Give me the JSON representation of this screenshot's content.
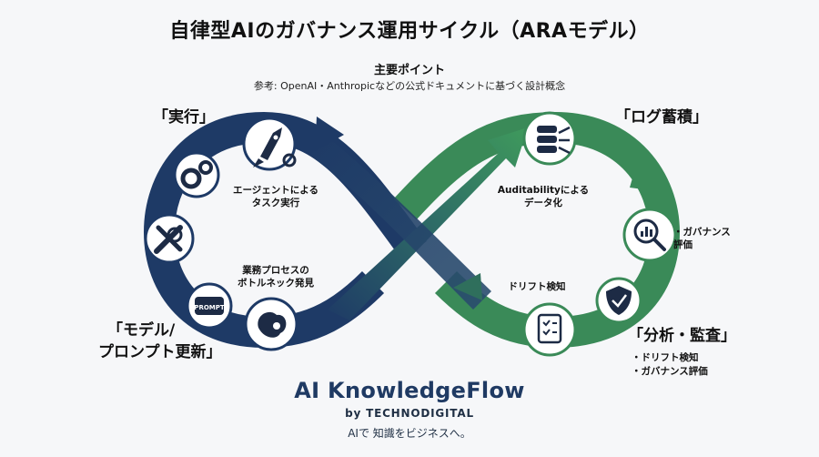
{
  "title": "自律型AIのガバナンス運用サイクル（ARAモデル）",
  "key_points": {
    "heading": "主要ポイント",
    "subheading": "参考: OpenAI・Anthropicなどの公式ドキュメントに基づく設計概念"
  },
  "stages": {
    "execute": {
      "label": "「実行」",
      "desc": "エージェントによる\nタスク実行"
    },
    "log": {
      "label": "「ログ蓄積」",
      "desc": "Auditabilityによる\nデータ化"
    },
    "analyze": {
      "label": "「分析・監査」",
      "side_note": "・ガバナンス\n評価",
      "bullets": [
        "・ドリフト検知",
        "・ガバナンス評価"
      ]
    },
    "update": {
      "label_line1": "「モデル/",
      "label_line2": "プロンプト更新」",
      "desc": "業務プロセスの\nボトルネック発見"
    }
  },
  "center_note": "ドリフト検知",
  "badge_text": "PROMPT",
  "brand": {
    "name": "AI KnowledgeFlow",
    "by": "by TECHNODIGITAL",
    "tagline": "AIで 知識をビジネスへ。"
  },
  "colors": {
    "navy": "#1e3a66",
    "green": "#3a8a58",
    "icon_dark": "#1d2b45"
  }
}
